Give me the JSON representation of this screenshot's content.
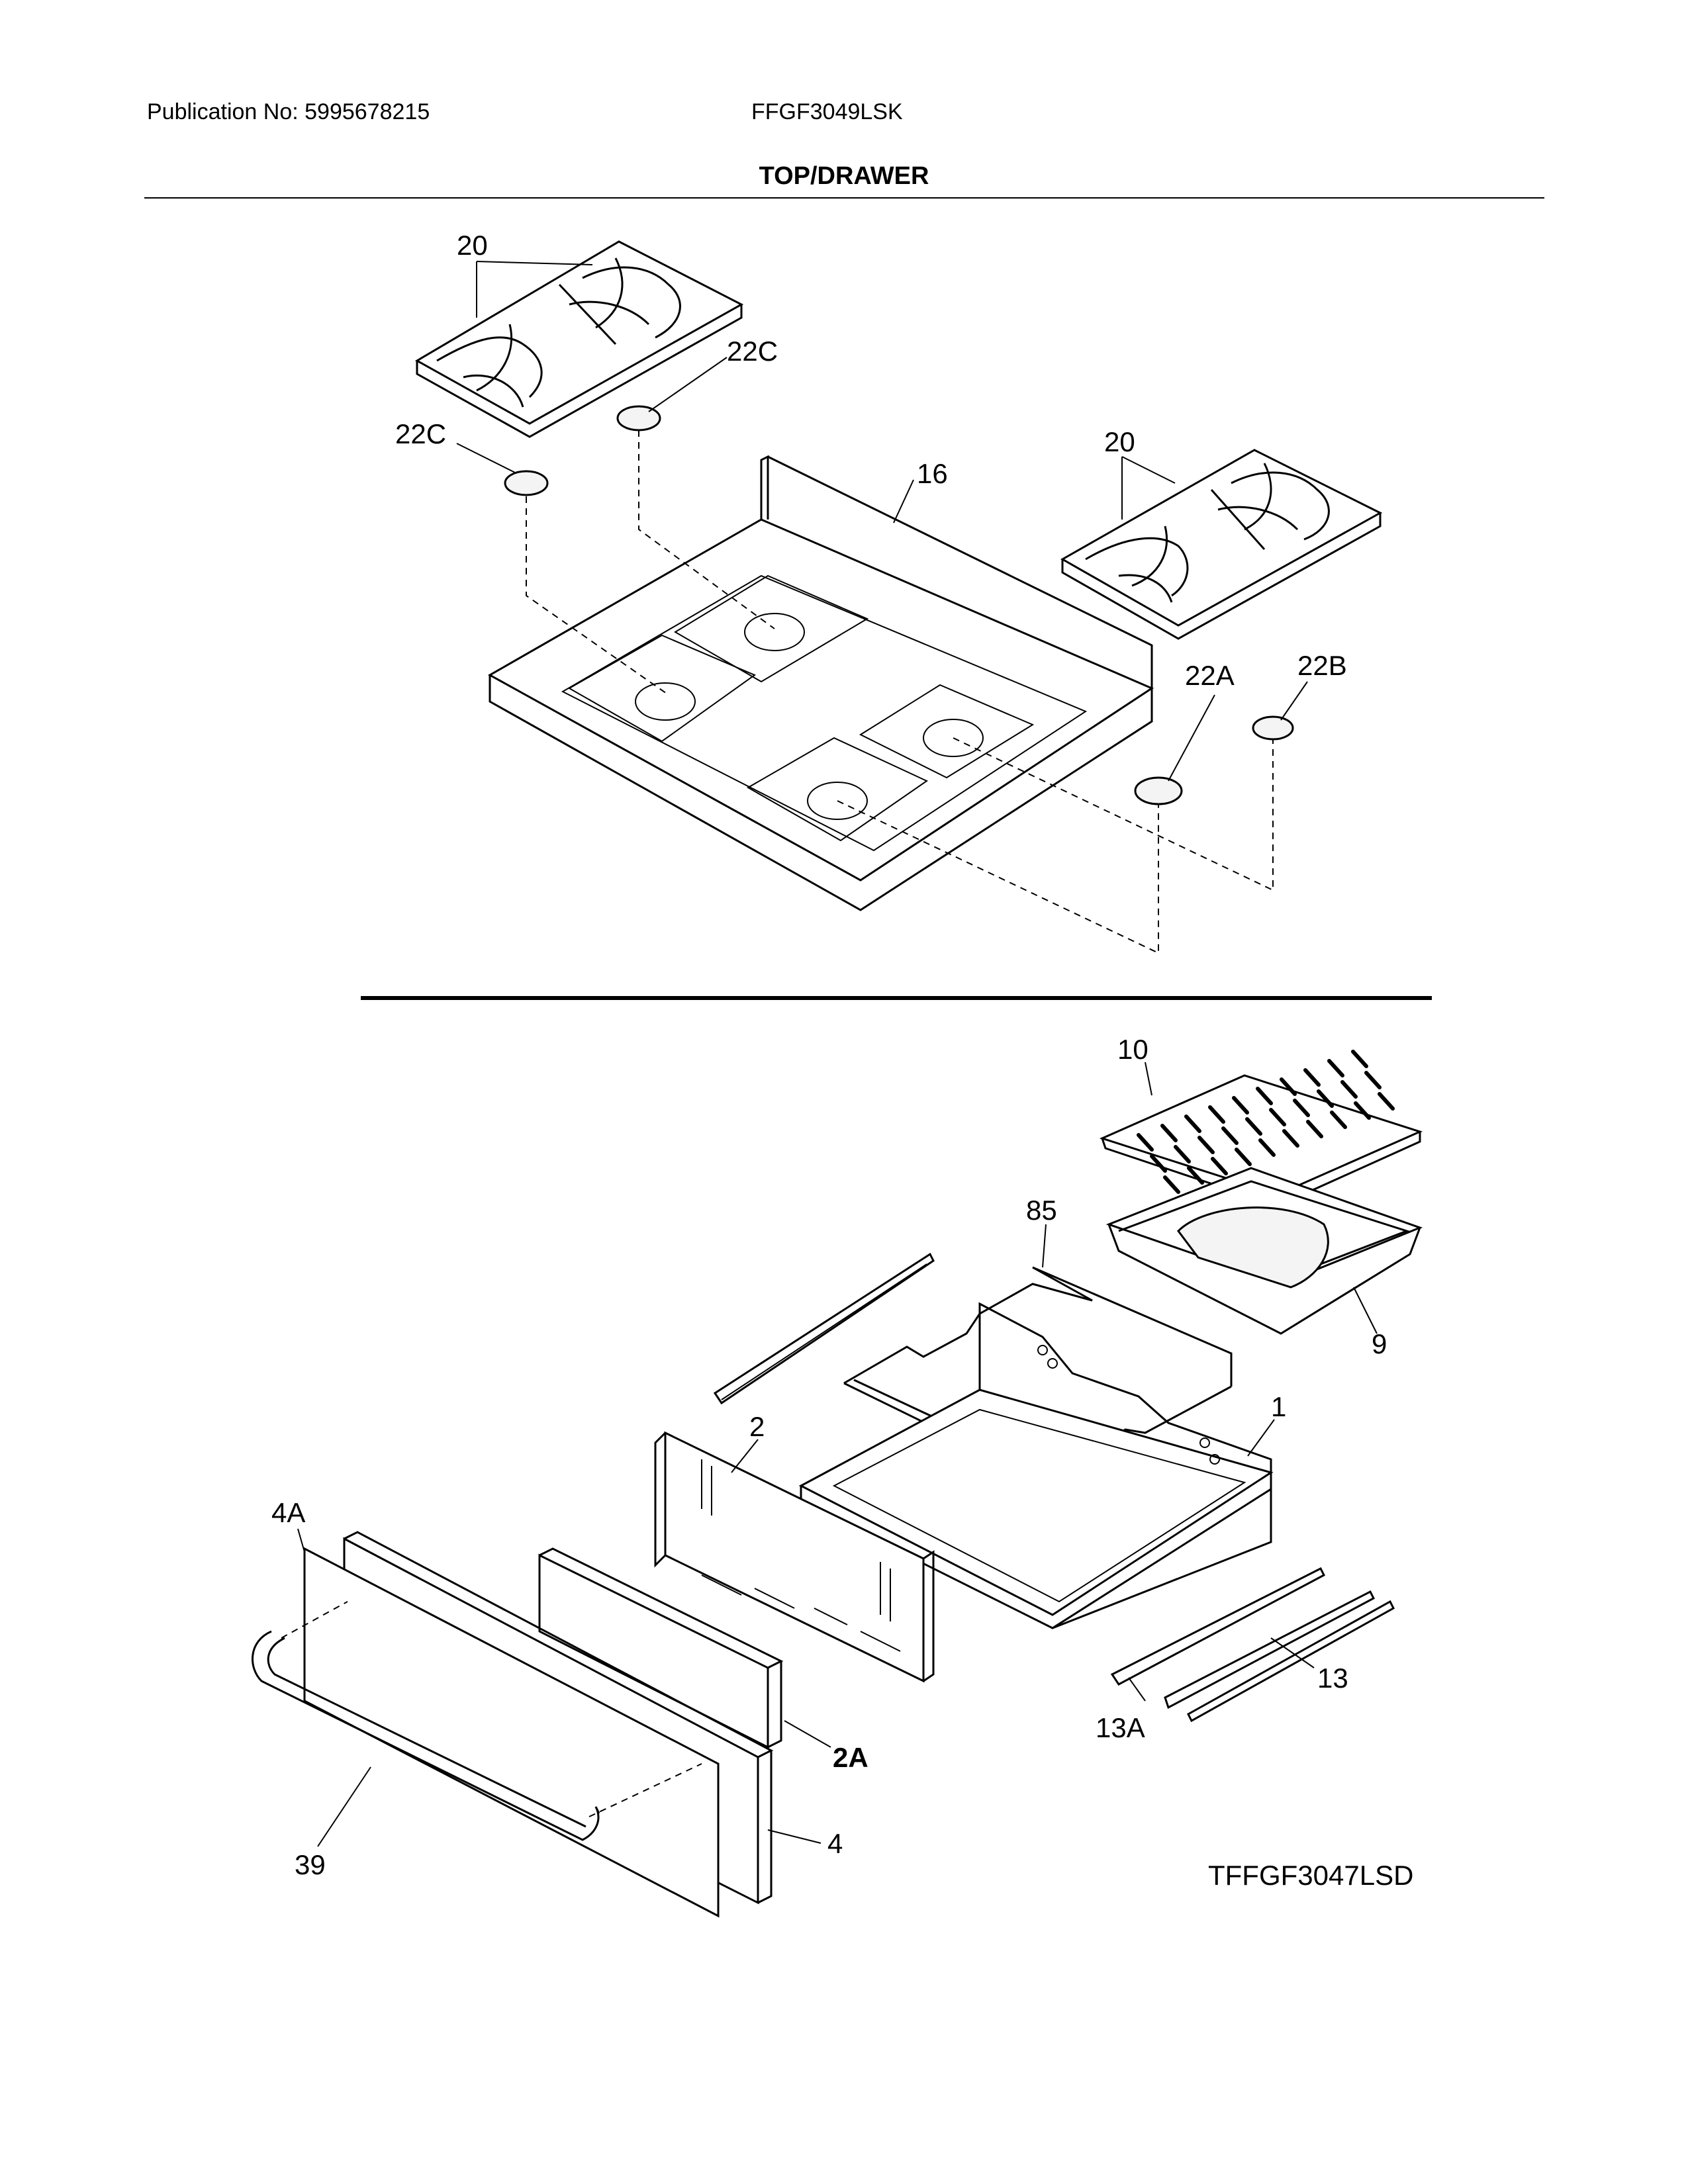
{
  "header": {
    "publication": "Publication No: 5995678215",
    "model": "FFGF3049LSK",
    "section_title": "TOP/DRAWER"
  },
  "diagram_code": "TFFGF3047LSD",
  "callouts": {
    "grate_left": "20",
    "grate_right": "20",
    "cap_22c_upper": "22C",
    "cap_22c_lower": "22C",
    "cooktop": "16",
    "cap_22a": "22A",
    "cap_22b": "22B",
    "broiler_grid": "10",
    "broiler_pan": "9",
    "rack": "85",
    "drawer_body": "1",
    "drawer_back": "2",
    "drawer_insert": "2A",
    "drawer_front_panel": "4A",
    "drawer_front": "4",
    "handle": "39",
    "slide_13": "13",
    "slide_13a": "13A"
  }
}
